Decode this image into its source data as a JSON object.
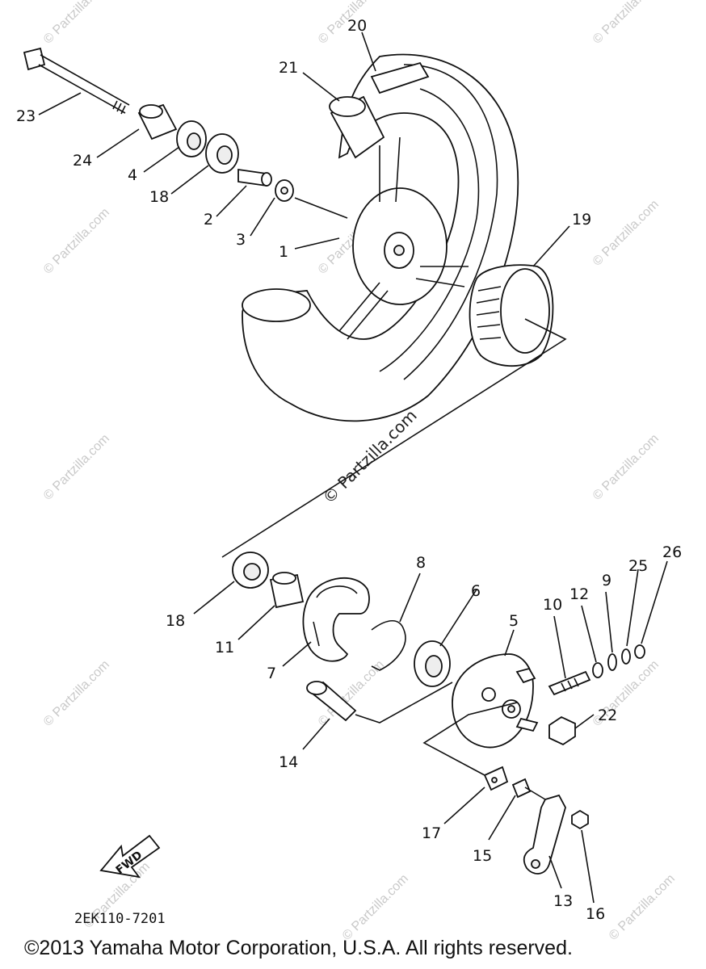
{
  "diagram": {
    "watermark_text": "© Partzilla.com",
    "center_watermark": "© Partzilla.com",
    "drawing_code": "2EK110-7201",
    "fwd_label": "FWD",
    "callouts": {
      "c1": "1",
      "c2": "2",
      "c3": "3",
      "c4": "4",
      "c5": "5",
      "c6": "6",
      "c7": "7",
      "c8": "8",
      "c9": "9",
      "c10": "10",
      "c11": "11",
      "c12": "12",
      "c13": "13",
      "c14": "14",
      "c15": "15",
      "c16": "16",
      "c17": "17",
      "c18a": "18",
      "c18b": "18",
      "c19": "19",
      "c20": "20",
      "c21": "21",
      "c22": "22",
      "c23": "23",
      "c24": "24",
      "c25": "25",
      "c26": "26"
    }
  },
  "footer": {
    "copyright": "©2013  Yamaha Motor Corporation, U.S.A. All rights reserved."
  }
}
